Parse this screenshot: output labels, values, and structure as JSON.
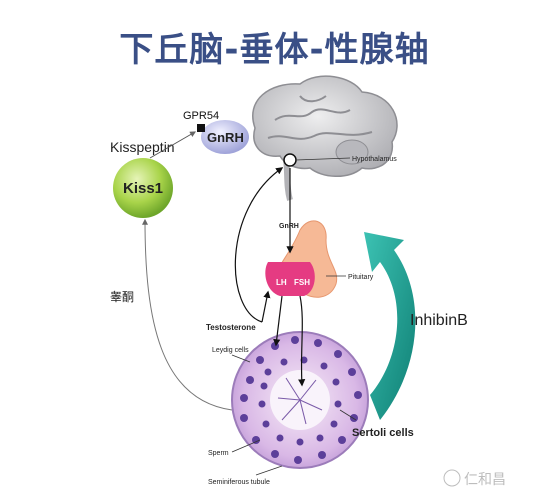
{
  "title": "下丘脑-垂体-性腺轴",
  "labels": {
    "gpr54": "GPR54",
    "gnrh_top": "GnRH",
    "kisspeptin": "Kisspeptin",
    "kiss1": "Kiss1",
    "hypothalamus": "Hypothalamus",
    "gnrh_stalk": "GnRH",
    "lh": "LH",
    "fsh": "FSH",
    "pituitary": "Pituitary",
    "testosterone": "Testosterone",
    "leydig": "Leydig cells",
    "inhibin": "InhibinB",
    "gaotong": "睾酮",
    "sertoli": "Sertoli cells",
    "sperm": "Sperm",
    "seminiferous": "Seminiferous tubule",
    "watermark": "仁和昌"
  },
  "colors": {
    "title": "#3a4f86",
    "kiss1_fill": "#9ccc3a",
    "gnrh_fill": "#b7b9e6",
    "brain": "#c9c9cc",
    "pituitary": "#f5b99a",
    "lh_fsh": "#e0307a",
    "teal": "#1f9a8e",
    "testis": "#c9a6e0"
  }
}
